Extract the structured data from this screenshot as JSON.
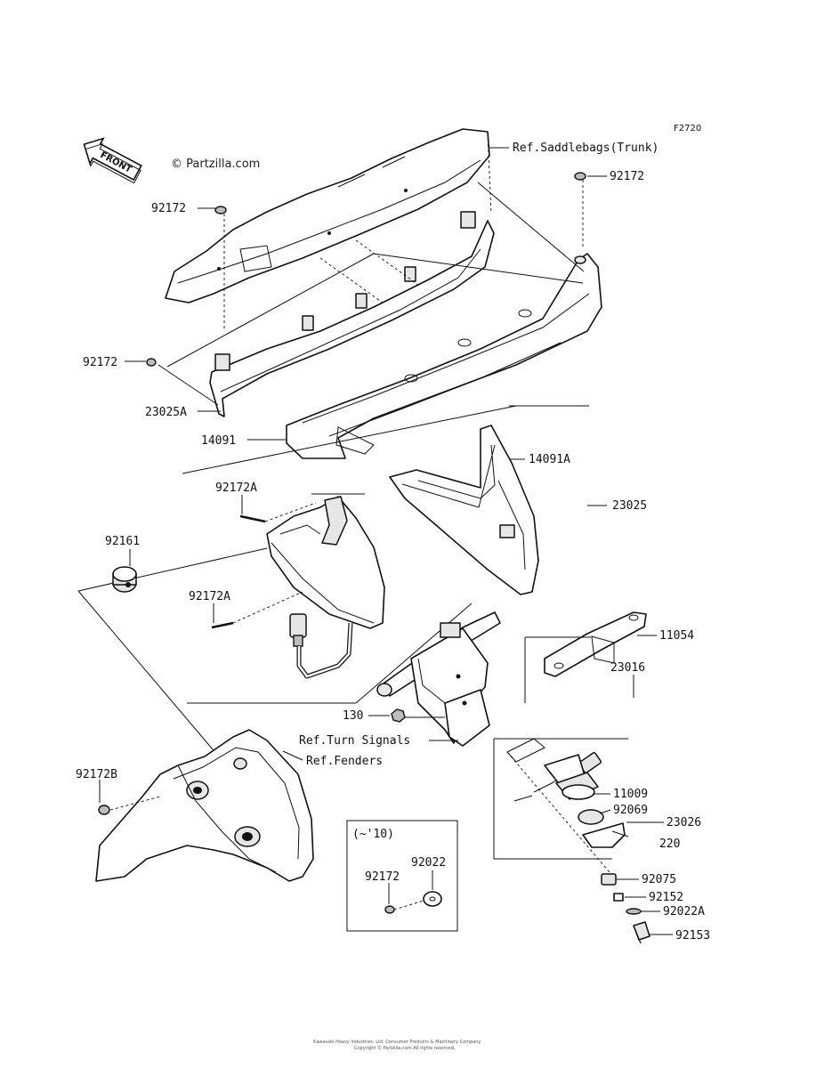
{
  "figure_code": "F2720",
  "watermark": "© Partzilla.com",
  "front_arrow_label": "FRONT",
  "footer_line1": "Kawasaki Heavy Industries, Ltd. Consumer Products & Machinery Company",
  "footer_line2": "Copyright © Partzilla.com All rights reserved.",
  "inset_label": "(~'10)",
  "labels": {
    "ref_saddlebags": "Ref.Saddlebags(Trunk)",
    "p92172_top_right": "92172",
    "p92172_top_left": "92172",
    "p92172_left": "92172",
    "p23025A": "23025A",
    "p14091": "14091",
    "p14091A": "14091A",
    "p23025": "23025",
    "p92172A_top": "92172A",
    "p92161": "92161",
    "p92172A_bottom": "92172A",
    "p11054": "11054",
    "p23016": "23016",
    "p130": "130",
    "ref_turn_signals": "Ref.Turn Signals",
    "ref_fenders": "Ref.Fenders",
    "p92172B": "92172B",
    "p11009": "11009",
    "p92069": "92069",
    "p23026": "23026",
    "p220": "220",
    "p92172_inset": "92172",
    "p92022_inset": "92022",
    "p92075": "92075",
    "p92152": "92152",
    "p92022A": "92022A",
    "p92153": "92153"
  }
}
